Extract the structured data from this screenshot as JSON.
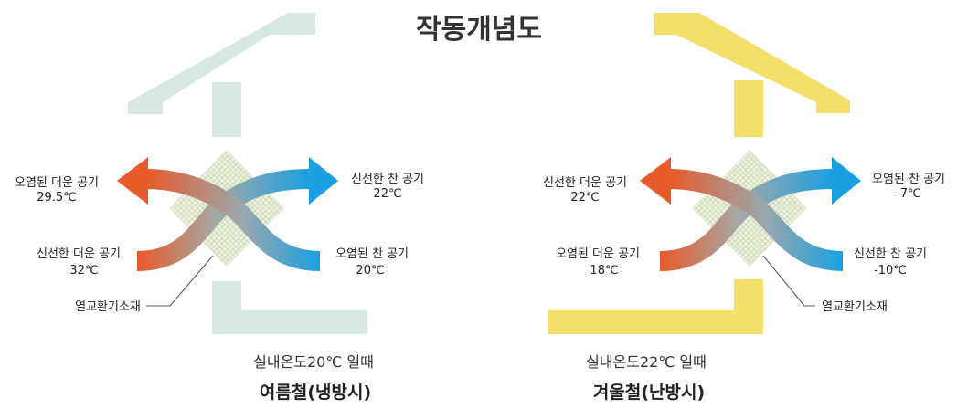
{
  "title": "작동개념도",
  "colors": {
    "summer_house": "#d6e8e1",
    "winter_house": "#f3df6a",
    "hot": "#e85a2a",
    "cold": "#1aa0e2",
    "mid": "#93a8b0",
    "exchanger": "#e6ecd6"
  },
  "summer": {
    "out_left": {
      "name": "오염된 더운 공기",
      "temp": "29.5℃"
    },
    "out_right": {
      "name": "신선한 찬 공기",
      "temp": "22℃"
    },
    "in_left": {
      "name": "신선한 더운 공기",
      "temp": "32℃"
    },
    "in_right": {
      "name": "오염된 찬 공기",
      "temp": "20℃"
    },
    "exchanger_label": "열교환기소재",
    "caption_condition": "실내온도20℃ 일때",
    "caption_season": "여름철(냉방시)"
  },
  "winter": {
    "out_left": {
      "name": "신선한 더운 공기",
      "temp": "22℃"
    },
    "out_right": {
      "name": "오염된 찬 공기",
      "temp": "-7℃"
    },
    "in_left": {
      "name": "오염된 더운 공기",
      "temp": "18℃"
    },
    "in_right": {
      "name": "신선한 찬 공기",
      "temp": "-10℃"
    },
    "exchanger_label": "열교환기소재",
    "caption_condition": "실내온도22℃ 일때",
    "caption_season": "겨울철(난방시)"
  }
}
